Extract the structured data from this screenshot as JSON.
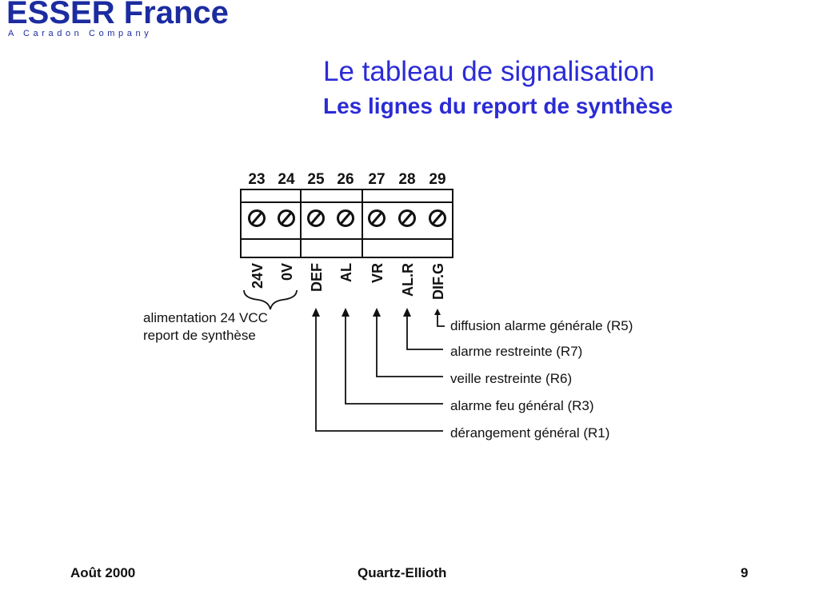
{
  "logo": {
    "name": "ESSER France",
    "tagline": "A Caradon Company",
    "color": "#1c2ca0"
  },
  "title": "Le tableau de signalisation",
  "subtitle": "Les lignes du report de synthèse",
  "accent_color": "#2b2bd6",
  "diagram": {
    "terminal_numbers": [
      "23",
      "24",
      "25",
      "26",
      "27",
      "28",
      "29"
    ],
    "terminal_labels": [
      "24V",
      "0V",
      "DEF",
      "AL",
      "VR",
      "AL.R",
      "DIF.G"
    ],
    "power_note_line1": "alimentation 24 VCC",
    "power_note_line2": "report de synthèse",
    "outputs": [
      "diffusion alarme générale (R5)",
      "alarme restreinte (R7)",
      "veille restreinte (R6)",
      "alarme feu général (R3)",
      "dérangement général (R1)"
    ]
  },
  "footer": {
    "date": "Août 2000",
    "center": "Quartz-Ellioth",
    "page": "9"
  }
}
